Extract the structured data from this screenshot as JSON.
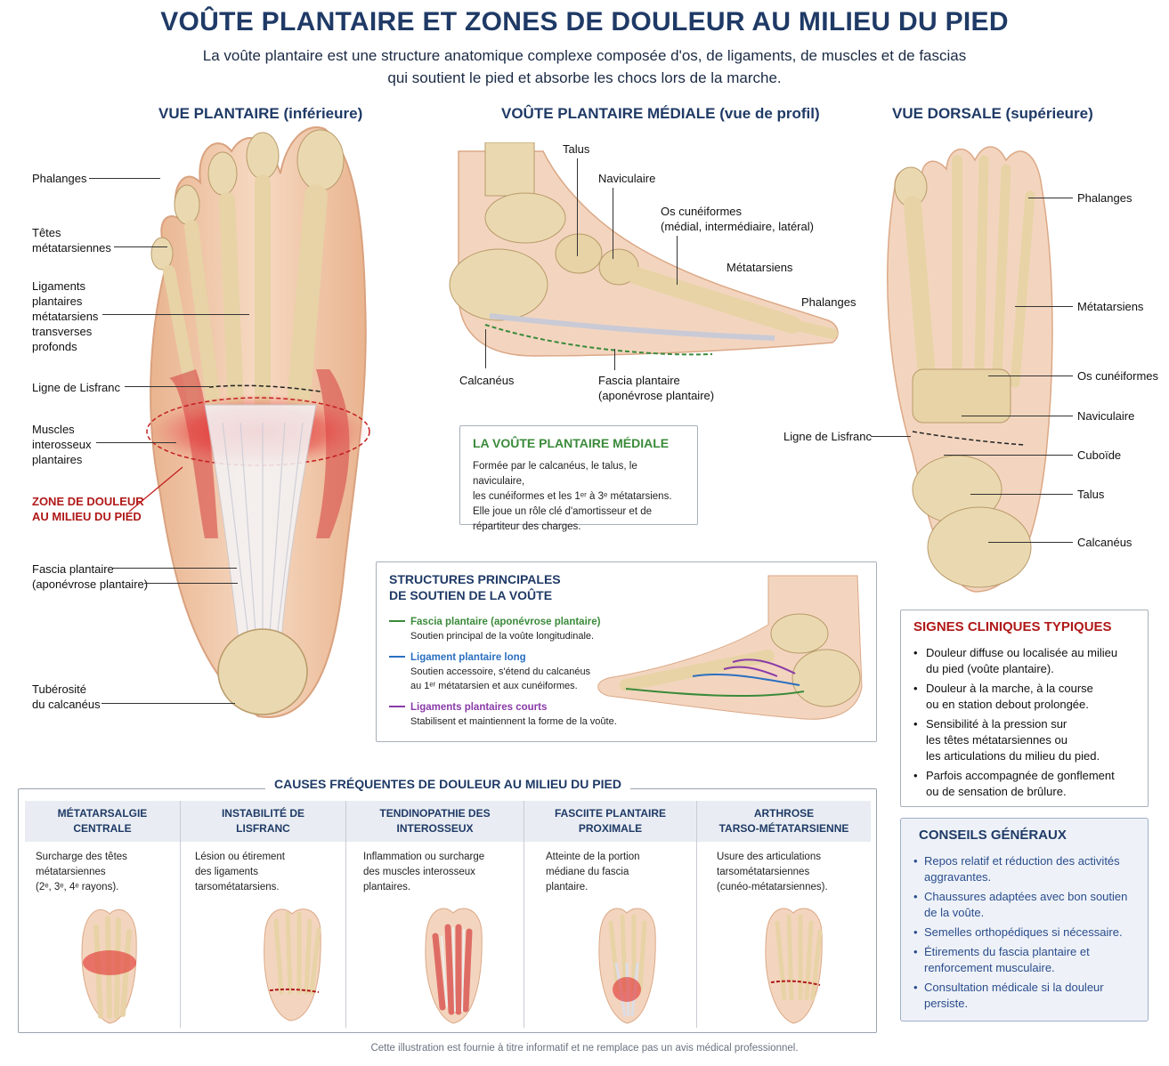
{
  "header": {
    "title": "VOÛTE PLANTAIRE ET ZONES DE DOULEUR AU MILIEU DU PIED",
    "subtitle_line1": "La voûte plantaire est une structure anatomique complexe composée d'os, de ligaments, de muscles et de fascias",
    "subtitle_line2": "qui soutient le pied et absorbe les chocs lors de la marche."
  },
  "views": {
    "plantar": {
      "title": "VUE PLANTAIRE",
      "paren": "(inférieure)",
      "labels": {
        "phalanges": "Phalanges",
        "tetes_1": "Têtes",
        "tetes_2": "métatarsiennes",
        "lig_1": "Ligaments",
        "lig_2": "plantaires",
        "lig_3": "métatarsiens",
        "lig_4": "transverses",
        "lig_5": "profonds",
        "lisfranc": "Ligne de Lisfranc",
        "muscles_1": "Muscles",
        "muscles_2": "interosseux",
        "muscles_3": "plantaires",
        "zone_1": "ZONE DE DOULEUR",
        "zone_2": "AU MILIEU DU PIED",
        "fascia_1": "Fascia plantaire",
        "fascia_2": "(aponévrose plantaire)",
        "tuberosite_1": "Tubérosité",
        "tuberosite_2": "du calcanéus"
      }
    },
    "medial": {
      "title": "VOÛTE PLANTAIRE MÉDIALE",
      "paren": "(vue de profil)",
      "labels": {
        "talus": "Talus",
        "naviculaire": "Naviculaire",
        "cuneiformes_1": "Os cunéiformes",
        "cuneiformes_2": "(médial, intermédiaire, latéral)",
        "metatarsiens": "Métatarsiens",
        "phalanges": "Phalanges",
        "calcaneus": "Calcanéus",
        "fascia_1": "Fascia plantaire",
        "fascia_2": "(aponévrose plantaire)"
      }
    },
    "dorsal": {
      "title": "VUE DORSALE",
      "paren": "(supérieure)",
      "labels": {
        "phalanges": "Phalanges",
        "metatarsiens": "Métatarsiens",
        "cuneiformes": "Os cunéiformes",
        "naviculaire": "Naviculaire",
        "lisfranc": "Ligne de Lisfranc",
        "cuboide": "Cuboïde",
        "talus": "Talus",
        "calcaneus": "Calcanéus"
      }
    }
  },
  "medial_box": {
    "title": "LA VOÛTE PLANTAIRE MÉDIALE",
    "line1": "Formée par le calcanéus, le talus, le naviculaire,",
    "line2": "les cunéiformes et les 1ᵉʳ à 3ᵉ métatarsiens.",
    "line3": "Elle joue un rôle clé d'amortisseur et de",
    "line4": "répartiteur des charges."
  },
  "structures_box": {
    "title_1": "STRUCTURES PRINCIPALES",
    "title_2": "DE SOUTIEN DE LA VOÛTE",
    "items": [
      {
        "name": "Fascia plantaire (aponévrose plantaire)",
        "desc1": "Soutien principal de la voûte longitudinale.",
        "desc2": "",
        "color": "#3a8a3a"
      },
      {
        "name": "Ligament plantaire long",
        "desc1": "Soutien accessoire, s'étend du calcanéus",
        "desc2": "au 1ᵉʳ métatarsien et aux cunéiformes.",
        "color": "#2a6fc0"
      },
      {
        "name": "Ligaments plantaires courts",
        "desc1": "Stabilisent et maintiennent la forme de la voûte.",
        "desc2": "",
        "color": "#8a3aa8"
      }
    ]
  },
  "signs": {
    "title": "SIGNES CLINIQUES TYPIQUES",
    "items": [
      {
        "l1": "Douleur diffuse ou localisée au milieu",
        "l2": "du pied (voûte plantaire).",
        "l3": ""
      },
      {
        "l1": "Douleur à la marche, à la course",
        "l2": "ou en station debout prolongée.",
        "l3": ""
      },
      {
        "l1": "Sensibilité à la pression sur",
        "l2": "les têtes métatarsiennes ou",
        "l3": "les articulations du milieu du pied."
      },
      {
        "l1": "Parfois accompagnée de gonflement",
        "l2": "ou de sensation de brûlure.",
        "l3": ""
      }
    ]
  },
  "conseils": {
    "title": "CONSEILS GÉNÉRAUX",
    "items": [
      {
        "l1": "Repos relatif et réduction des activités",
        "l2": "aggravantes."
      },
      {
        "l1": "Chaussures adaptées avec bon soutien",
        "l2": "de la voûte."
      },
      {
        "l1": "Semelles orthopédiques si nécessaire.",
        "l2": ""
      },
      {
        "l1": "Étirements du fascia plantaire et",
        "l2": "renforcement musculaire."
      },
      {
        "l1": "Consultation médicale si la douleur",
        "l2": "persiste."
      }
    ]
  },
  "causes": {
    "title": "CAUSES FRÉQUENTES DE DOULEUR AU MILIEU DU PIED",
    "items": [
      {
        "h1": "MÉTATARSALGIE",
        "h2": "CENTRALE",
        "t1": "Surcharge des têtes",
        "t2": "métatarsiennes",
        "t3": "(2ᵉ, 3ᵉ, 4ᵉ rayons)."
      },
      {
        "h1": "INSTABILITÉ DE",
        "h2": "LISFRANC",
        "t1": "Lésion ou étirement",
        "t2": "des ligaments",
        "t3": "tarsométatarsiens."
      },
      {
        "h1": "TENDINOPATHIE DES",
        "h2": "INTEROSSEUX",
        "t1": "Inflammation ou surcharge",
        "t2": "des muscles interosseux",
        "t3": "plantaires."
      },
      {
        "h1": "FASCIITE PLANTAIRE",
        "h2": "PROXIMALE",
        "t1": "Atteinte de la portion",
        "t2": "médiane du fascia",
        "t3": "plantaire."
      },
      {
        "h1": "ARTHROSE",
        "h2": "TARSO-MÉTATARSIENNE",
        "t1": "Usure des articulations",
        "t2": "tarsométatarsiennes",
        "t3": "(cunéo-métatarsiennes)."
      }
    ]
  },
  "footnote": "Cette illustration est fournie à titre informatif et ne remplace pas un avis médical professionnel.",
  "colors": {
    "navy": "#1f3a66",
    "red": "#b01818",
    "bone": "#ead9b0",
    "skin": "#f2cfb3",
    "pain": "#e02020"
  }
}
